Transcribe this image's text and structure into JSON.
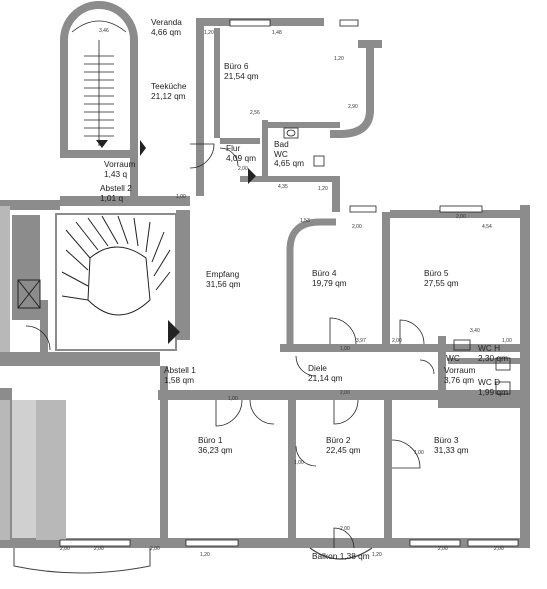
{
  "rooms": [
    {
      "id": "veranda",
      "name": "Veranda",
      "area": "4,66 qm"
    },
    {
      "id": "teekueche",
      "name": "Teeküche",
      "area": "21,12 qm"
    },
    {
      "id": "buero6",
      "name": "Büro 6",
      "area": "21,54 qm"
    },
    {
      "id": "vorraum_top",
      "name": "Vorraum",
      "area": "1,43 q"
    },
    {
      "id": "abstell2",
      "name": "Abstell 2",
      "area": "1,01 q"
    },
    {
      "id": "flur",
      "name": "Flur",
      "area": "4,09 qm"
    },
    {
      "id": "bad_wc",
      "name": "Bad\nWC",
      "area": "4,65 qm"
    },
    {
      "id": "empfang",
      "name": "Empfang",
      "area": "31,56 qm"
    },
    {
      "id": "buero4",
      "name": "Büro 4",
      "area": "19,79 qm"
    },
    {
      "id": "buero5",
      "name": "Büro 5",
      "area": "27,55 qm"
    },
    {
      "id": "wc",
      "name": "WC",
      "area": ""
    },
    {
      "id": "wc_h",
      "name": "WC H",
      "area": "2,30 qm"
    },
    {
      "id": "vorraum_right",
      "name": "Vorraum",
      "area": "3,76 qm"
    },
    {
      "id": "wc_d",
      "name": "WC D",
      "area": "1,99 qm"
    },
    {
      "id": "abstell1",
      "name": "Abstell 1",
      "area": "1,58 qm"
    },
    {
      "id": "diele",
      "name": "Diele",
      "area": "21,14 qm"
    },
    {
      "id": "buero1",
      "name": "Büro 1",
      "area": "36,23 qm"
    },
    {
      "id": "buero2",
      "name": "Büro 2",
      "area": "22,45 qm"
    },
    {
      "id": "buero3",
      "name": "Büro 3",
      "area": "31,33 qm"
    },
    {
      "id": "balkon",
      "name": "Balkon",
      "area": "1,38 qm"
    }
  ],
  "dimensions": [
    "3,46",
    "1,20",
    "1,48",
    "1,20",
    "2,56",
    "4,35",
    "1,20",
    "1,53",
    "2,00",
    "2,00",
    "4,54",
    "3,97",
    "2,00",
    "1,00",
    "3,40",
    "1,00",
    "2,00",
    "2,00",
    "1,00",
    "1,20",
    "1,20",
    "2,00",
    "2,00",
    "2,00",
    "2,00",
    "2,00",
    "1,00",
    "1,00",
    "2,90",
    "2,00",
    "1,00"
  ],
  "colors": {
    "wall": "#8c8c8c",
    "wall_light": "#b8b8b8",
    "line": "#222222",
    "background": "#ffffff"
  }
}
